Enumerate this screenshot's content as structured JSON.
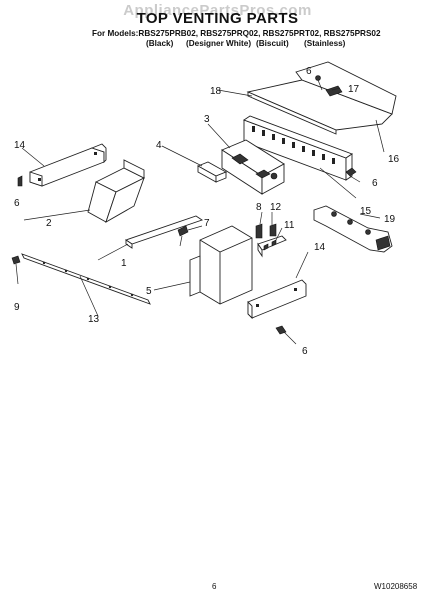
{
  "watermark": "AppliancePartsPros.com",
  "title": "TOP VENTING PARTS",
  "models": {
    "prefix": "For Models:",
    "list": "RBS275PRB02, RBS275PRQ02, RBS275PRT02, RBS275PRS02"
  },
  "colors": [
    "(Black)",
    "(Designer White)",
    "(Biscuit)",
    "(Stainless)"
  ],
  "callouts": {
    "c1": "1",
    "c2": "2",
    "c3": "3",
    "c4": "4",
    "c5": "5",
    "c6a": "6",
    "c6b": "6",
    "c6c": "6",
    "c6d": "6",
    "c7": "7",
    "c8": "8",
    "c9": "9",
    "c11": "11",
    "c12": "12",
    "c13": "13",
    "c14a": "14",
    "c14b": "14",
    "c15": "15",
    "c16": "16",
    "c17": "17",
    "c18": "18",
    "c19": "19"
  },
  "footer": {
    "page_number": "6",
    "doc_code": "W10208658"
  }
}
